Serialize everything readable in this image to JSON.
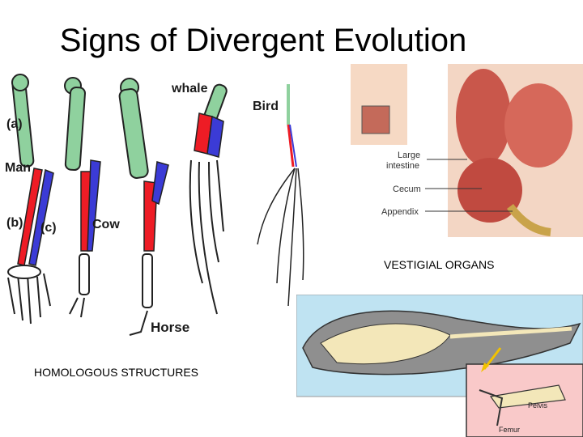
{
  "slide": {
    "title": "Signs of Divergent Evolution",
    "captions": {
      "homologous": "HOMOLOGOUS STRUCTURES",
      "vestigial": "VESTIGIAL ORGANS"
    }
  },
  "limbs": {
    "labels": {
      "a": "(a)",
      "man": "Man",
      "b": "(b)",
      "c": "(c)",
      "cow": "Cow",
      "horse": "Horse",
      "whale": "whale",
      "bird": "Bird"
    },
    "colors": {
      "humerus": "#8fd19e",
      "radius": "#ee1c25",
      "ulna": "#3b3bd6",
      "bone": "#ffffff"
    }
  },
  "intestine": {
    "labels": {
      "large_intestine": "Large\nintestine",
      "cecum": "Cecum",
      "appendix": "Appendix"
    }
  },
  "whale_skeleton": {
    "labels": {
      "pelvis": "Pelvis",
      "femur": "Femur"
    },
    "colors": {
      "background": "#bfe3f2",
      "body": "#8f8f8f",
      "inset": "#f9c9c9",
      "bone": "#f3e7b9",
      "pointer": "#f2c200"
    }
  }
}
